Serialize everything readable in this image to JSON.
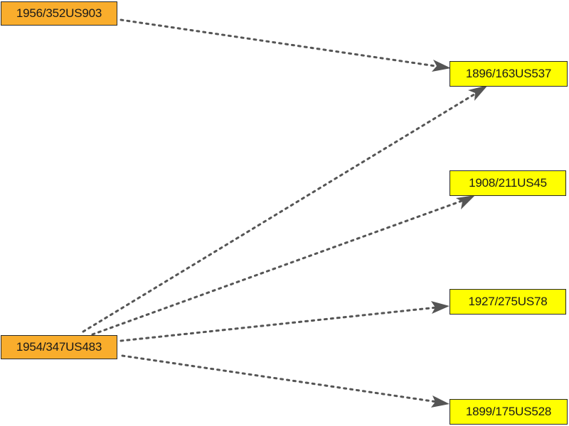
{
  "colors": {
    "source_fill": "#f9ad2c",
    "target_fill": "#ffff00",
    "edge": "#555555",
    "border": "#2a2a2a"
  },
  "nodes": {
    "n1956": {
      "label": "1956/352US903",
      "role": "source"
    },
    "n1954": {
      "label": "1954/347US483",
      "role": "source"
    },
    "n1896": {
      "label": "1896/163US537",
      "role": "target"
    },
    "n1908": {
      "label": "1908/211US45",
      "role": "target"
    },
    "n1927": {
      "label": "1927/275US78",
      "role": "target"
    },
    "n1899": {
      "label": "1899/175US528",
      "role": "target"
    }
  },
  "edges": [
    {
      "from": "1956/352US903",
      "to": "1896/163US537",
      "style": "dotted"
    },
    {
      "from": "1954/347US483",
      "to": "1896/163US537",
      "style": "dotted"
    },
    {
      "from": "1954/347US483",
      "to": "1908/211US45",
      "style": "dotted"
    },
    {
      "from": "1954/347US483",
      "to": "1927/275US78",
      "style": "dotted"
    },
    {
      "from": "1954/347US483",
      "to": "1899/175US528",
      "style": "dotted"
    }
  ]
}
